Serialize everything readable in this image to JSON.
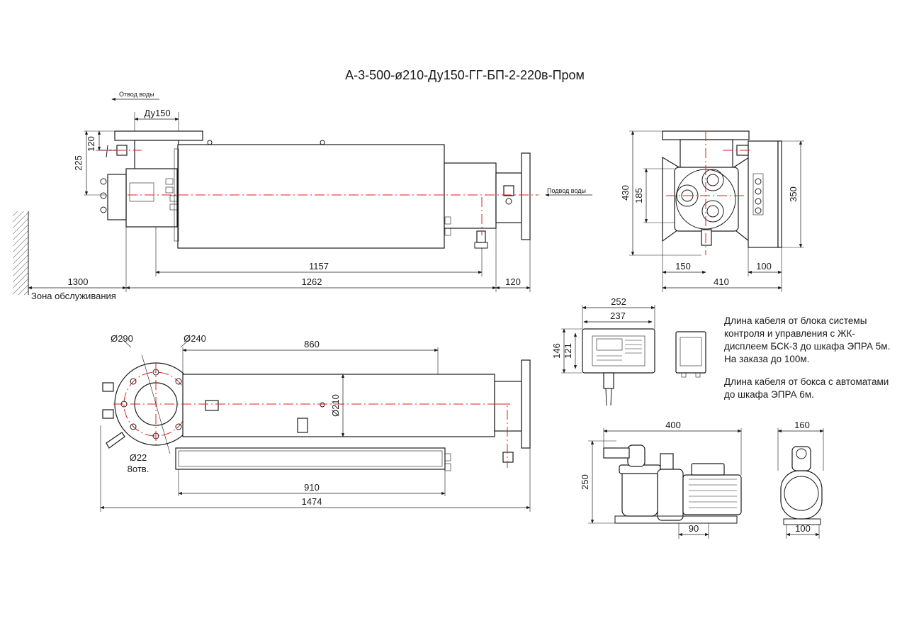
{
  "title": "А-3-500-ø210-Ду150-ГГ-БП-2-220в-Пром",
  "labels": {
    "outlet": "Отвод воды",
    "inlet": "Подвод воды",
    "service_zone": "Зона обслуживания",
    "dn": "Ду150",
    "holes": "8отв."
  },
  "dims_top": {
    "d120": "120",
    "d225": "225",
    "d1157": "1157",
    "d1262": "1262",
    "d1300": "1300",
    "d120b": "120"
  },
  "dims_side": {
    "d430": "430",
    "d185": "185",
    "d350": "350",
    "d150": "150",
    "d100": "100",
    "d410": "410"
  },
  "dims_plan": {
    "d290": "Ø290",
    "d240": "Ø240",
    "d860": "860",
    "d210": "Ø210",
    "d22": "Ø22",
    "d910": "910",
    "d1474": "1474"
  },
  "dims_ctrl": {
    "d252": "252",
    "d237": "237",
    "d146": "146",
    "d121": "121"
  },
  "dims_pump": {
    "d400": "400",
    "d250": "250",
    "d90": "90",
    "d160": "160",
    "d100": "100"
  },
  "notes": {
    "cable1": "Длина кабеля от блока системы контроля и управления с ЖК-дисплеем БСК-3 до шкафа ЭПРА 5м. На заказа до 100м.",
    "cable2": "Длина кабеля от бокса с автоматами до шкафа ЭПРА 6м."
  },
  "colors": {
    "line": "#1a1a1a",
    "centerline": "#e0201b"
  }
}
